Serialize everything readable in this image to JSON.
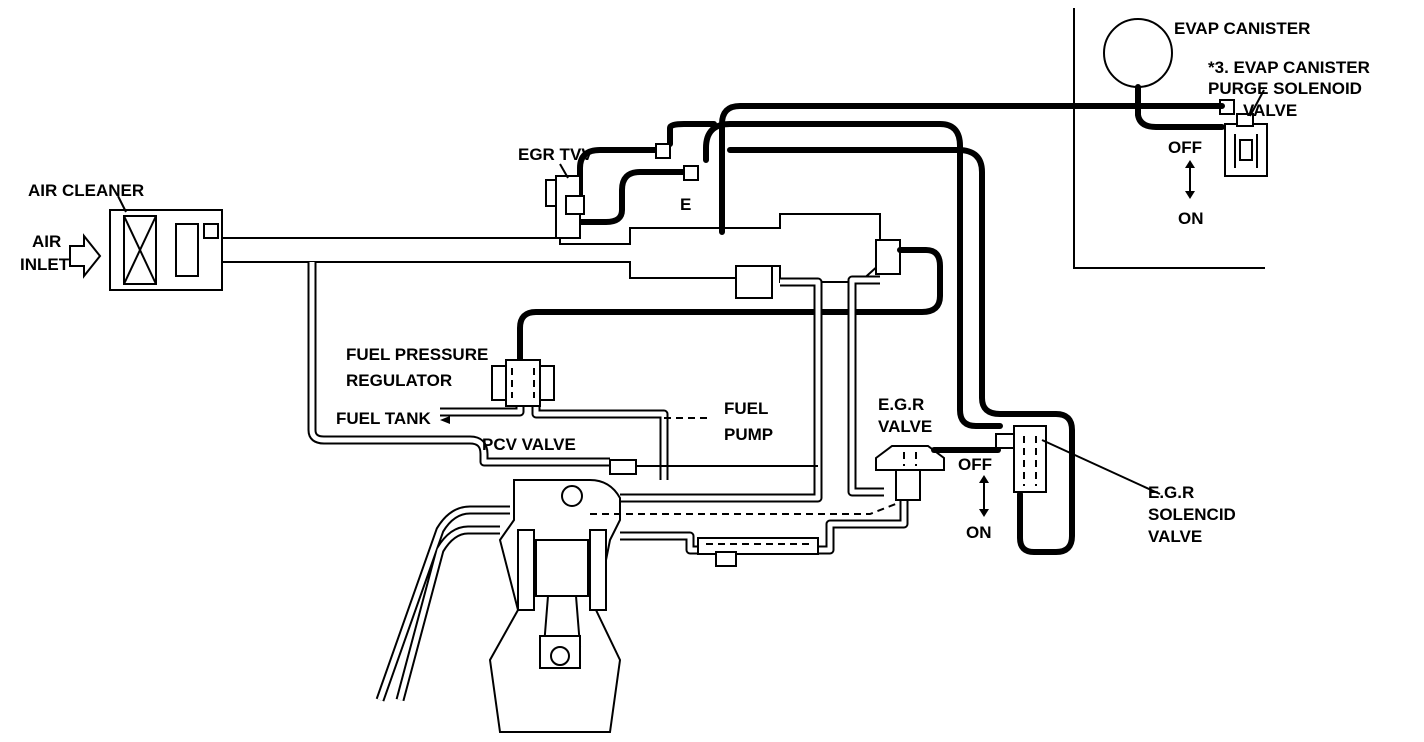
{
  "labels": {
    "evap_canister": "EVAP CANISTER",
    "purge_valve_line1": "*3. EVAP CANISTER",
    "purge_valve_line2": "PURGE SOLENOID",
    "purge_valve_line3": "VALVE",
    "purge_off": "OFF",
    "purge_on": "ON",
    "egr_tvv": "EGR TVV",
    "e_marker": "E",
    "air_cleaner": "AIR CLEANER",
    "air_inlet_line1": "AIR",
    "air_inlet_line2": "INLET",
    "fuel_pressure_line1": "FUEL PRESSURE",
    "fuel_pressure_line2": "REGULATOR",
    "fuel_tank": "FUEL TANK",
    "fuel_pump_line1": "FUEL",
    "fuel_pump_line2": "PUMP",
    "pcv_valve": "PCV VALVE",
    "egr_valve_line1": "E.G.R",
    "egr_valve_line2": "VALVE",
    "egr_off": "OFF",
    "egr_on": "ON",
    "egr_solenoid_line1": "E.G.R",
    "egr_solenoid_line2": "SOLENCID",
    "egr_solenoid_line3": "VALVE"
  },
  "icons": {
    "air_inlet_arrow": "arrow-right-icon",
    "off_on_indicator": "double-arrow-vertical-icon"
  }
}
